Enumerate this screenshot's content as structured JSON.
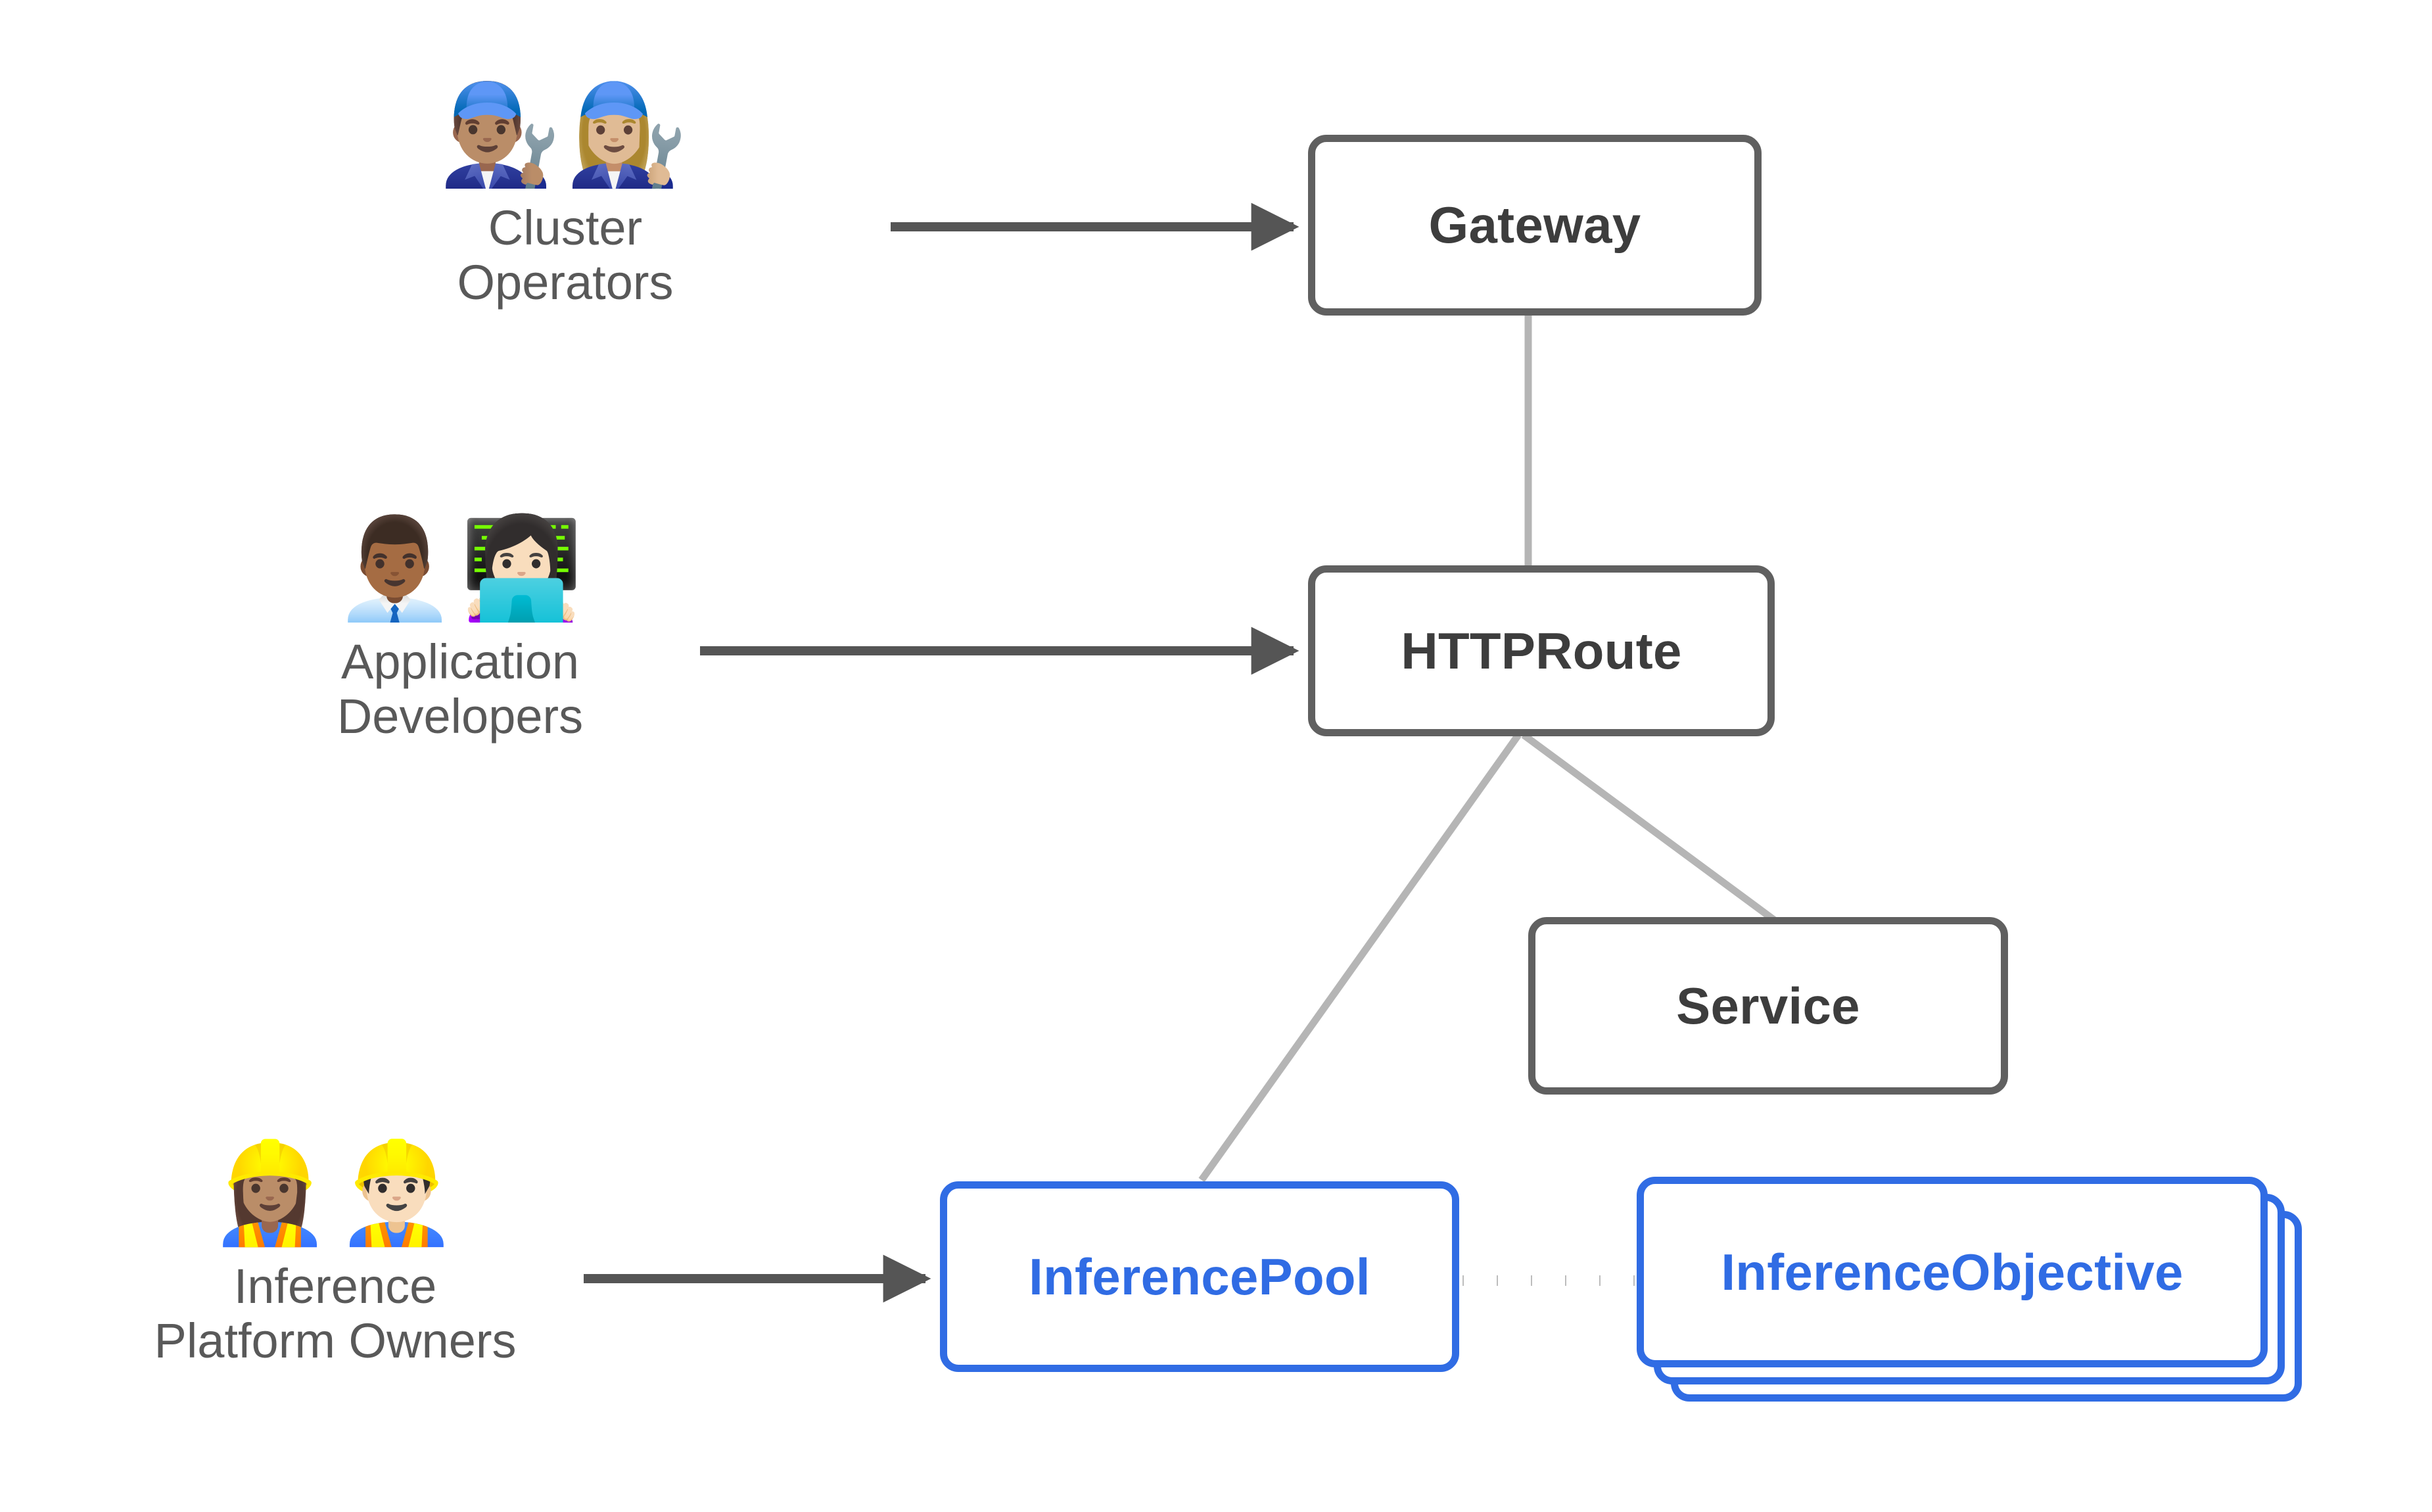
{
  "diagram": {
    "title": "Gateway API Inference Extension resource model",
    "background": "#ffffff",
    "colors": {
      "box_gray": "#606060",
      "text_gray": "#3d3d3d",
      "label_gray": "#595959",
      "accent_blue": "#306ce4",
      "arrow_dark": "#555555",
      "connector_light": "#b5b5b5",
      "dotted_gray": "#bdbdbd"
    }
  },
  "personas": [
    {
      "id": "cluster-operators",
      "emojis": "👨🏽‍🔧👩🏼‍🔧",
      "emoji_names": [
        "man-mechanic-icon",
        "woman-mechanic-icon"
      ],
      "label": "Cluster\nOperators",
      "targets_label": "Gateway"
    },
    {
      "id": "application-developers",
      "emojis": "👨🏾‍💼👩🏻‍💻",
      "emoji_names": [
        "man-office-worker-icon",
        "woman-technologist-icon"
      ],
      "label": "Application\nDevelopers",
      "targets_label": "HTTPRoute"
    },
    {
      "id": "inference-platform-owners",
      "emojis": "👷🏽‍♀️👷🏻‍♂️",
      "emoji_names": [
        "woman-construction-worker-icon",
        "man-construction-worker-icon"
      ],
      "label": "Inference\nPlatform Owners",
      "targets_label": "InferencePool"
    }
  ],
  "nodes": [
    {
      "id": "gateway",
      "label": "Gateway",
      "style": "gray",
      "stacked": false
    },
    {
      "id": "httproute",
      "label": "HTTPRoute",
      "style": "gray",
      "stacked": false
    },
    {
      "id": "service",
      "label": "Service",
      "style": "gray",
      "stacked": false
    },
    {
      "id": "inferencepool",
      "label": "InferencePool",
      "style": "blue",
      "stacked": false
    },
    {
      "id": "inferenceobjective",
      "label": "InferenceObjective",
      "style": "blue",
      "stacked": true,
      "stack_count": 3
    }
  ],
  "edges": [
    {
      "id": "operators-to-gateway",
      "from": "cluster-operators",
      "to": "gateway",
      "kind": "arrow"
    },
    {
      "id": "developers-to-httproute",
      "from": "application-developers",
      "to": "httproute",
      "kind": "arrow"
    },
    {
      "id": "owners-to-inferencepool",
      "from": "inference-platform-owners",
      "to": "inferencepool",
      "kind": "arrow"
    },
    {
      "id": "gateway-to-httproute",
      "from": "gateway",
      "to": "httproute",
      "kind": "line"
    },
    {
      "id": "httproute-to-inferencepool",
      "from": "httproute",
      "to": "inferencepool",
      "kind": "line"
    },
    {
      "id": "httproute-to-service",
      "from": "httproute",
      "to": "service",
      "kind": "line"
    },
    {
      "id": "inferencepool-to-objective",
      "from": "inferencepool",
      "to": "inferenceobjective",
      "kind": "dotted"
    }
  ]
}
